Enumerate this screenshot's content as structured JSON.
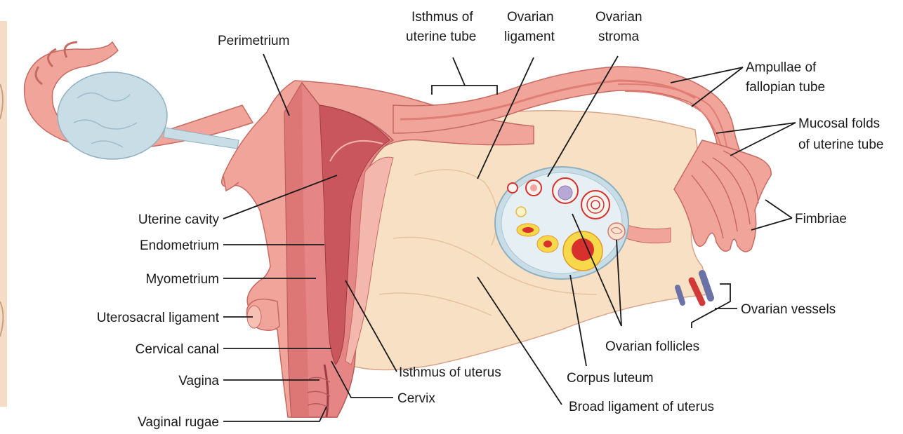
{
  "labels": {
    "perimetrium": "Perimetrium",
    "isthmus_tube_1": "Isthmus of",
    "isthmus_tube_2": "uterine tube",
    "ovarian_ligament_1": "Ovarian",
    "ovarian_ligament_2": "ligament",
    "ovarian_stroma_1": "Ovarian",
    "ovarian_stroma_2": "stroma",
    "ampullae_1": "Ampullae of",
    "ampullae_2": "fallopian tube",
    "mucosal_1": "Mucosal folds",
    "mucosal_2": "of uterine tube",
    "fimbriae": "Fimbriae",
    "ovarian_vessels": "Ovarian vessels",
    "ovarian_follicles": "Ovarian follicles",
    "corpus_luteum": "Corpus luteum",
    "broad_ligament": "Broad ligament of uterus",
    "isthmus_uterus": "Isthmus of uterus",
    "cervix": "Cervix",
    "uterine_cavity": "Uterine cavity",
    "endometrium": "Endometrium",
    "myometrium": "Myometrium",
    "uterosacral": "Uterosacral ligament",
    "cervical_canal": "Cervical canal",
    "vagina": "Vagina",
    "vaginal_rugae": "Vaginal rugae"
  },
  "colors": {
    "tissue": "#f0a49a",
    "tissue_dark": "#d9786f",
    "cut_surface": "#e58585",
    "cavity": "#c9565d",
    "ligament": "#f8e0c4",
    "ovary": "#c8dde6",
    "follicle_yellow": "#f6d84a",
    "follicle_red": "#d8302c",
    "vessel_red": "#d23a3a",
    "vessel_blue": "#6a72a6"
  }
}
